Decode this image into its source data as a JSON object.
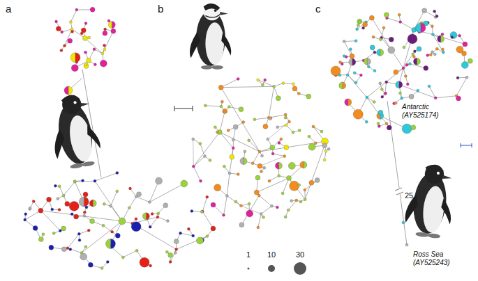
{
  "diagram": {
    "labels": [
      "a",
      "b",
      "c",
      "Antarctic (AY525174)",
      "25",
      "Ross Sea (AY525243)"
    ],
    "legend": [
      {
        "text": "1"
      },
      {
        "text": "10"
      },
      {
        "text": "30"
      }
    ]
  }
}
